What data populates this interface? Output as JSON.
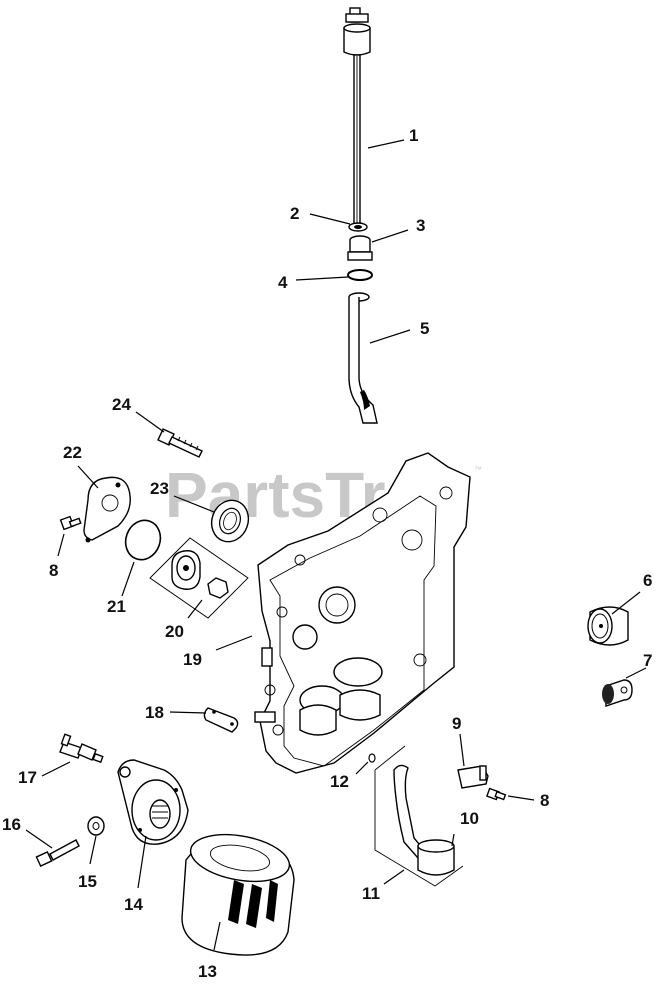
{
  "watermark": {
    "text": "PartsTree",
    "trademark": "™"
  },
  "labels": [
    {
      "id": "l1",
      "text": "1"
    },
    {
      "id": "l2",
      "text": "2"
    },
    {
      "id": "l3",
      "text": "3"
    },
    {
      "id": "l4",
      "text": "4"
    },
    {
      "id": "l5",
      "text": "5"
    },
    {
      "id": "l6",
      "text": "6"
    },
    {
      "id": "l7",
      "text": "7"
    },
    {
      "id": "l8a",
      "text": "8"
    },
    {
      "id": "l8b",
      "text": "8"
    },
    {
      "id": "l9",
      "text": "9"
    },
    {
      "id": "l10",
      "text": "10"
    },
    {
      "id": "l11",
      "text": "11"
    },
    {
      "id": "l12",
      "text": "12"
    },
    {
      "id": "l13",
      "text": "13"
    },
    {
      "id": "l14",
      "text": "14"
    },
    {
      "id": "l15",
      "text": "15"
    },
    {
      "id": "l16",
      "text": "16"
    },
    {
      "id": "l17",
      "text": "17"
    },
    {
      "id": "l18",
      "text": "18"
    },
    {
      "id": "l19",
      "text": "19"
    },
    {
      "id": "l20",
      "text": "20"
    },
    {
      "id": "l21",
      "text": "21"
    },
    {
      "id": "l22",
      "text": "22"
    },
    {
      "id": "l23",
      "text": "23"
    },
    {
      "id": "l24",
      "text": "24"
    }
  ]
}
